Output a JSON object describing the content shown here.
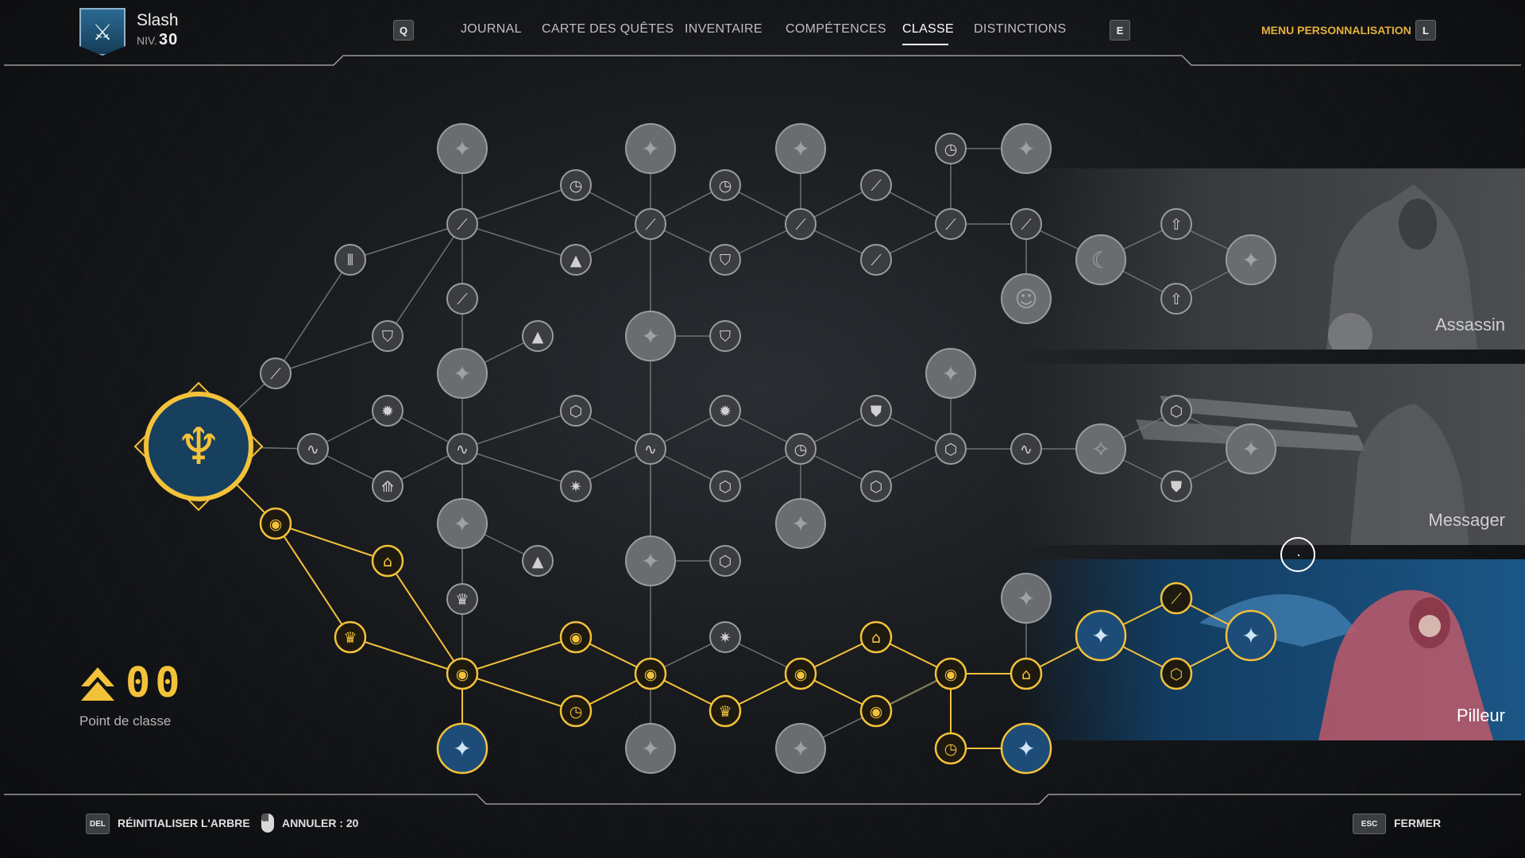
{
  "player": {
    "name": "Slash",
    "level_prefix": "NIV.",
    "level": "30"
  },
  "nav": {
    "prev_key": "Q",
    "next_key": "E",
    "tabs": [
      {
        "label": "JOURNAL",
        "active": false
      },
      {
        "label": "CARTE DES QUÊTES",
        "active": false
      },
      {
        "label": "INVENTAIRE",
        "active": false
      },
      {
        "label": "COMPÉTENCES",
        "active": false
      },
      {
        "label": "CLASSE",
        "active": true
      },
      {
        "label": "DISTINCTIONS",
        "active": false
      }
    ],
    "custom_menu_label": "MENU PERSONNALISATION",
    "custom_menu_key": "L"
  },
  "classes": [
    {
      "name": "Assassin",
      "unlocked": false
    },
    {
      "name": "Messager",
      "unlocked": false
    },
    {
      "name": "Pilleur",
      "unlocked": true
    }
  ],
  "class_points": {
    "value": "00",
    "label": "Point de classe"
  },
  "footer": {
    "reset_key": "DEL",
    "reset_label": "RÉINITIALISER L'ARBRE",
    "undo_label": "ANNULER : 20",
    "close_key": "ESC",
    "close_label": "FERMER"
  },
  "colors": {
    "active": "#f3c23a",
    "inactive": "#8a8a8a",
    "accent_blue": "#1c5a85"
  }
}
